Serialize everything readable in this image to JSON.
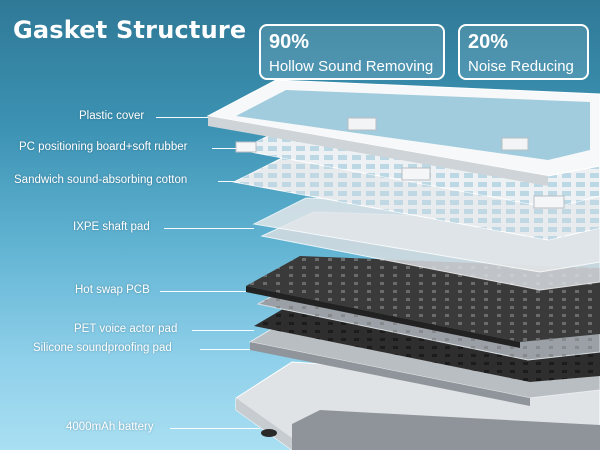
{
  "title": "Gasket Structure",
  "stats": [
    {
      "value": "90%",
      "label": "Hollow Sound Removing"
    },
    {
      "value": "20%",
      "label": "Noise Reducing"
    }
  ],
  "layers": [
    {
      "name": "Plastic cover"
    },
    {
      "name": "PC positioning board+soft rubber"
    },
    {
      "name": "Sandwich sound-absorbing cotton"
    },
    {
      "name": "IXPE shaft pad"
    },
    {
      "name": "Hot swap PCB"
    },
    {
      "name": "PET voice actor pad"
    },
    {
      "name": "Silicone soundproofing pad"
    },
    {
      "name": "4000mAh battery"
    }
  ],
  "colors": {
    "background_top": "#2f7996",
    "background_bottom": "#a9dff2",
    "text": "#ffffff",
    "pcb": "#3a3a3a",
    "plate": "#e6e9ec"
  }
}
